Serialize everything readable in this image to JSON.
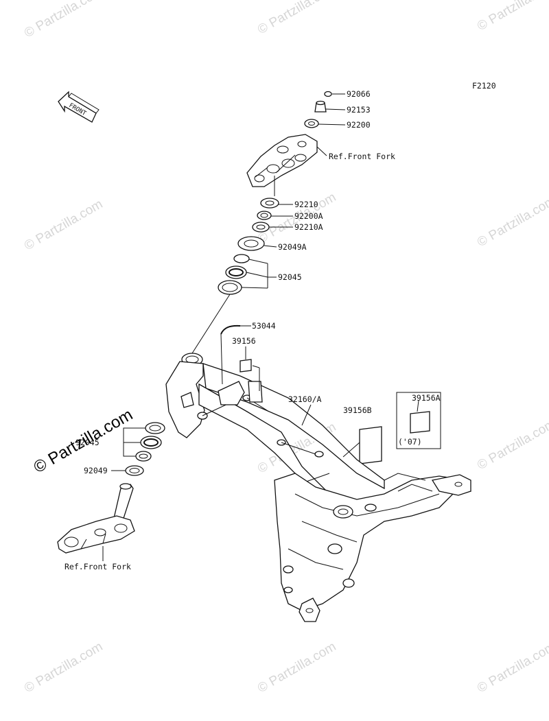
{
  "diagram_code": "F2120",
  "front_badge": "FRONT",
  "watermark_text": "© Partzilla.com",
  "labels": {
    "p92066": "92066",
    "p92153": "92153",
    "p92200": "92200",
    "ref_front_fork_top": "Ref.Front Fork",
    "p92210": "92210",
    "p92200A": "92200A",
    "p92210A": "92210A",
    "p92049A": "92049A",
    "p92045_top": "92045",
    "p53044": "53044",
    "p39156": "39156",
    "p32160A": "32160/A",
    "p39156B": "39156B",
    "p39156A": "39156A",
    "year_07": "('07)",
    "p92045_low": "92045",
    "p92049": "92049",
    "ref_front_fork_bottom": "Ref.Front Fork"
  },
  "colors": {
    "line": "#111111",
    "watermark": "#d6d6d6",
    "background": "#ffffff"
  }
}
